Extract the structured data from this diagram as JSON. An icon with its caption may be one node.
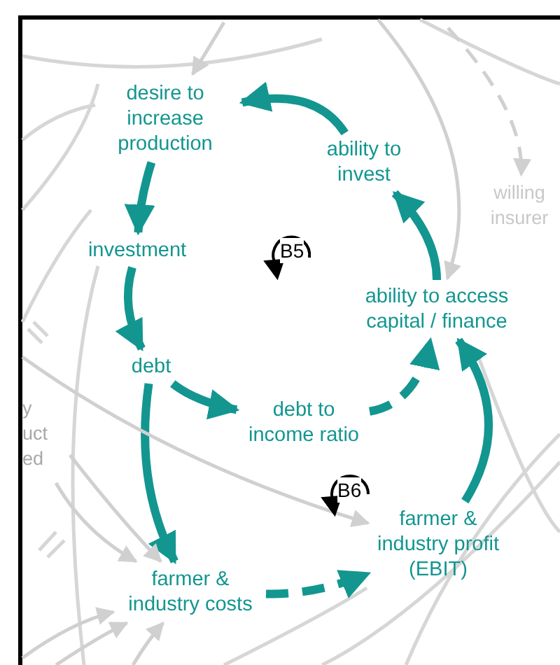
{
  "diagram": {
    "nodes": [
      {
        "text": [
          "desire to increase production"
        ]
      },
      {
        "text": [
          "ability to invest"
        ]
      },
      {
        "text": [
          "investment"
        ]
      },
      {
        "text": [
          "ability to access capital / finance"
        ]
      },
      {
        "text": [
          "debt"
        ]
      },
      {
        "text": [
          "debt to income ratio"
        ]
      },
      {
        "text": [
          "farmer & industry profit (EBIT)"
        ]
      },
      {
        "text": [
          "farmer & industry costs"
        ]
      },
      {
        "text": [
          "willing insurer"
        ]
      }
    ],
    "edges": [
      {
        "from": 1,
        "to": 0,
        "arrow": "to",
        "style": "thick"
      },
      {
        "from": 0,
        "to": 2,
        "arrow": "to",
        "style": "thick"
      },
      {
        "from": 2,
        "to": 4,
        "arrow": "to",
        "style": "thick"
      },
      {
        "from": 4,
        "to": 5,
        "arrow": "to",
        "style": "thick"
      },
      {
        "from": 5,
        "to": 3,
        "arrow": "to",
        "style": "dashed"
      },
      {
        "from": 3,
        "to": 1,
        "arrow": "to",
        "style": "thick"
      },
      {
        "from": 6,
        "to": 3,
        "arrow": "to",
        "style": "thick"
      },
      {
        "from": 4,
        "to": 7,
        "arrow": "to",
        "style": "thick"
      },
      {
        "from": 7,
        "to": 6,
        "arrow": "to",
        "style": "dashed"
      },
      {
        "from": null,
        "to": 0,
        "arrow": "to",
        "color": "#d0d0d0"
      },
      {
        "from": null,
        "to": 3,
        "arrow": "to",
        "color": "#d0d0d0"
      },
      {
        "from": null,
        "to": 8,
        "arrow": "to",
        "style": "dashed",
        "color": "#d0d0d0"
      },
      {
        "from": null,
        "to": 6,
        "arrow": "to",
        "color": "#d0d0d0"
      },
      {
        "from": null,
        "to": 7,
        "arrow": "to",
        "color": "#d0d0d0"
      },
      {
        "from": null,
        "to": 7,
        "arrow": "to",
        "color": "#d0d0d0"
      },
      {
        "from": null,
        "to": 7,
        "arrow": "to",
        "color": "#d0d0d0"
      },
      {
        "from": null,
        "to": 7,
        "arrow": "to",
        "color": "#d0d0d0"
      },
      {
        "from": null,
        "to": 7,
        "arrow": "to",
        "color": "#d0d0d0"
      }
    ],
    "labels": [
      "B5",
      "B6",
      "y",
      "uct",
      "ed"
    ]
  }
}
